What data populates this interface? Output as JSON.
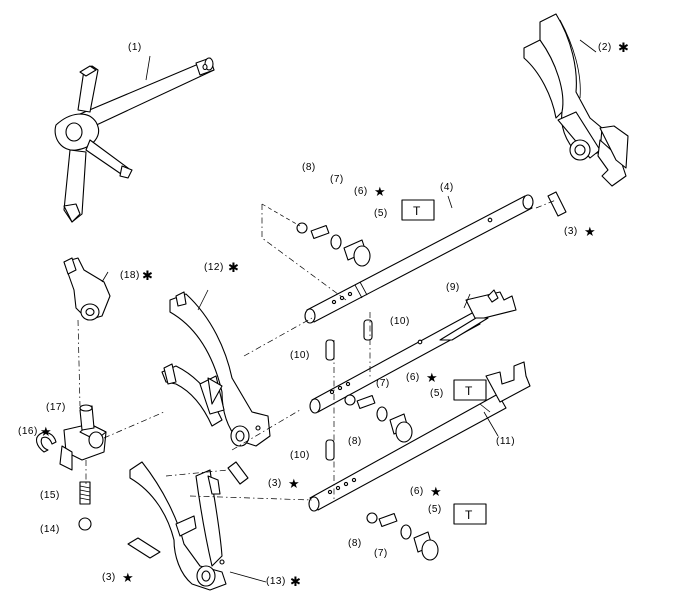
{
  "diagram": {
    "callouts": [
      {
        "id": "c1",
        "label": "(1)"
      },
      {
        "id": "c2",
        "label": "(2)",
        "mark": "✱"
      },
      {
        "id": "c3a",
        "label": "(3)",
        "mark": "★"
      },
      {
        "id": "c3b",
        "label": "(3)",
        "mark": "★"
      },
      {
        "id": "c3c",
        "label": "(3)",
        "mark": "★"
      },
      {
        "id": "c4",
        "label": "(4)"
      },
      {
        "id": "c5a",
        "label": "(5)"
      },
      {
        "id": "c5b",
        "label": "(5)"
      },
      {
        "id": "c5c",
        "label": "(5)"
      },
      {
        "id": "c6a",
        "label": "(6)",
        "mark": "★"
      },
      {
        "id": "c6b",
        "label": "(6)",
        "mark": "★"
      },
      {
        "id": "c6c",
        "label": "(6)",
        "mark": "★"
      },
      {
        "id": "c7a",
        "label": "(7)"
      },
      {
        "id": "c7b",
        "label": "(7)"
      },
      {
        "id": "c7c",
        "label": "(7)"
      },
      {
        "id": "c8a",
        "label": "(8)"
      },
      {
        "id": "c8b",
        "label": "(8)"
      },
      {
        "id": "c8c",
        "label": "(8)"
      },
      {
        "id": "c9",
        "label": "(9)"
      },
      {
        "id": "c10a",
        "label": "(10)"
      },
      {
        "id": "c10b",
        "label": "(10)"
      },
      {
        "id": "c10c",
        "label": "(10)"
      },
      {
        "id": "c11",
        "label": "(11)"
      },
      {
        "id": "c12",
        "label": "(12)",
        "mark": "✱"
      },
      {
        "id": "c13",
        "label": "(13)",
        "mark": "✱"
      },
      {
        "id": "c14",
        "label": "(14)"
      },
      {
        "id": "c15",
        "label": "(15)"
      },
      {
        "id": "c16",
        "label": "(16)",
        "mark": "★"
      },
      {
        "id": "c17",
        "label": "(17)"
      },
      {
        "id": "c18",
        "label": "(18)",
        "mark": "✱"
      }
    ],
    "torque_boxes": [
      {
        "id": "t1",
        "label": "T"
      },
      {
        "id": "t2",
        "label": "T"
      },
      {
        "id": "t3",
        "label": "T"
      }
    ]
  }
}
